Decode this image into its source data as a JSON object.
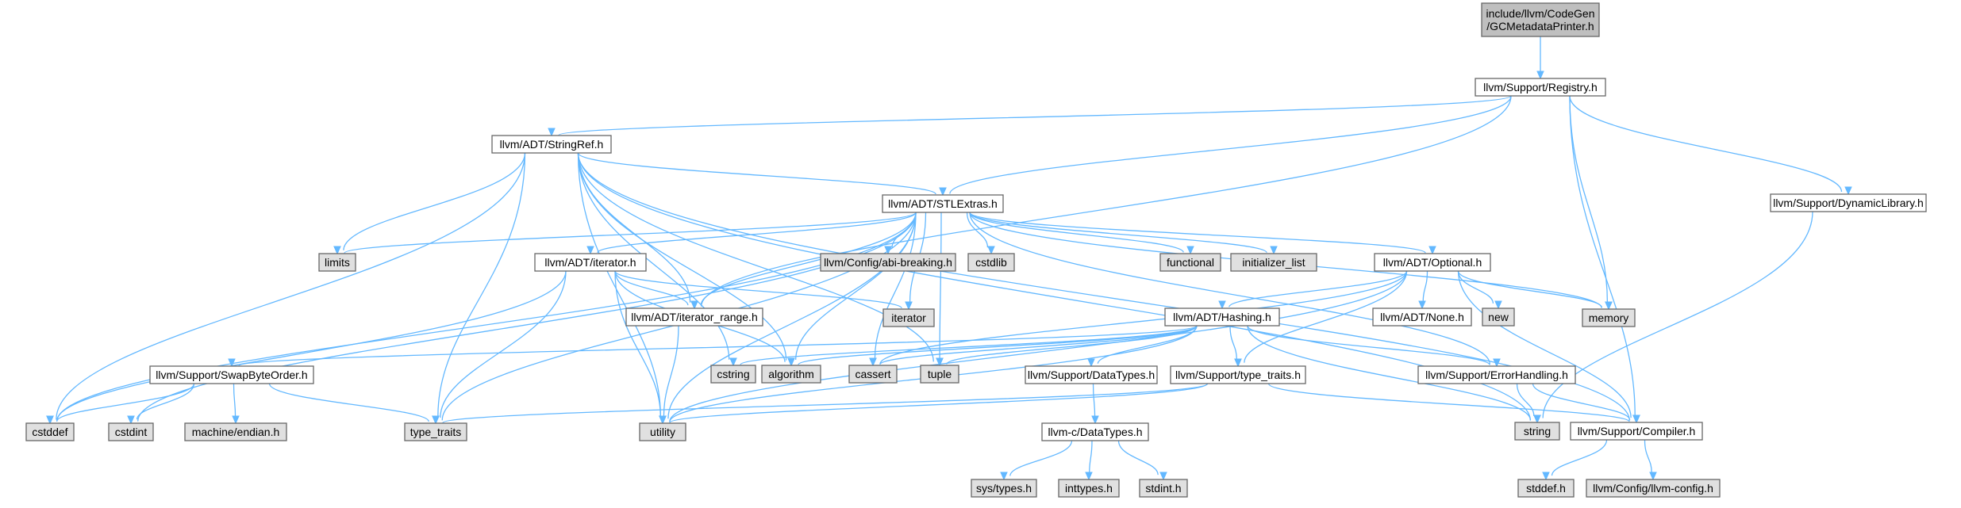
{
  "title_lines": [
    "include/llvm/CodeGen",
    "/GCMetadataPrinter.h"
  ],
  "colors": {
    "edge": "#63b8ff",
    "root_fill": "#bfbfbf",
    "local_fill": "#ffffff",
    "system_fill": "#e0e0e0",
    "border": "#666666"
  },
  "nodes": [
    {
      "id": "root",
      "kind": "root",
      "lines": [
        "include/llvm/CodeGen",
        "/GCMetadataPrinter.h"
      ]
    },
    {
      "id": "registry",
      "kind": "local",
      "lines": [
        "llvm/Support/Registry.h"
      ]
    },
    {
      "id": "stringref",
      "kind": "local",
      "lines": [
        "llvm/ADT/StringRef.h"
      ]
    },
    {
      "id": "stlextras",
      "kind": "local",
      "lines": [
        "llvm/ADT/STLExtras.h"
      ]
    },
    {
      "id": "dynlib",
      "kind": "local",
      "lines": [
        "llvm/Support/DynamicLibrary.h"
      ]
    },
    {
      "id": "limits",
      "kind": "system",
      "lines": [
        "limits"
      ]
    },
    {
      "id": "abibreaking",
      "kind": "system",
      "lines": [
        "llvm/Config/abi-breaking.h"
      ]
    },
    {
      "id": "cstdlib",
      "kind": "system",
      "lines": [
        "cstdlib"
      ]
    },
    {
      "id": "functional",
      "kind": "system",
      "lines": [
        "functional"
      ]
    },
    {
      "id": "initlist",
      "kind": "system",
      "lines": [
        "initializer_list"
      ]
    },
    {
      "id": "iteratorh",
      "kind": "local",
      "lines": [
        "llvm/ADT/iterator.h"
      ]
    },
    {
      "id": "optional",
      "kind": "local",
      "lines": [
        "llvm/ADT/Optional.h"
      ]
    },
    {
      "id": "iterator",
      "kind": "system",
      "lines": [
        "iterator"
      ]
    },
    {
      "id": "iterrange",
      "kind": "local",
      "lines": [
        "llvm/ADT/iterator_range.h"
      ]
    },
    {
      "id": "hashing",
      "kind": "local",
      "lines": [
        "llvm/ADT/Hashing.h"
      ]
    },
    {
      "id": "noneh",
      "kind": "local",
      "lines": [
        "llvm/ADT/None.h"
      ]
    },
    {
      "id": "new",
      "kind": "system",
      "lines": [
        "new"
      ]
    },
    {
      "id": "memory",
      "kind": "system",
      "lines": [
        "memory"
      ]
    },
    {
      "id": "swapbyte",
      "kind": "local",
      "lines": [
        "llvm/Support/SwapByteOrder.h"
      ]
    },
    {
      "id": "cstring",
      "kind": "system",
      "lines": [
        "cstring"
      ]
    },
    {
      "id": "algorithm",
      "kind": "system",
      "lines": [
        "algorithm"
      ]
    },
    {
      "id": "cassert",
      "kind": "system",
      "lines": [
        "cassert"
      ]
    },
    {
      "id": "tuple",
      "kind": "system",
      "lines": [
        "tuple"
      ]
    },
    {
      "id": "datatypes",
      "kind": "local",
      "lines": [
        "llvm/Support/DataTypes.h"
      ]
    },
    {
      "id": "typetraitsh",
      "kind": "local",
      "lines": [
        "llvm/Support/type_traits.h"
      ]
    },
    {
      "id": "errhandling",
      "kind": "local",
      "lines": [
        "llvm/Support/ErrorHandling.h"
      ]
    },
    {
      "id": "cstddef",
      "kind": "system",
      "lines": [
        "cstddef"
      ]
    },
    {
      "id": "cstdint",
      "kind": "system",
      "lines": [
        "cstdint"
      ]
    },
    {
      "id": "endian",
      "kind": "system",
      "lines": [
        "machine/endian.h"
      ]
    },
    {
      "id": "typetraits",
      "kind": "system",
      "lines": [
        "type_traits"
      ]
    },
    {
      "id": "utility",
      "kind": "system",
      "lines": [
        "utility"
      ]
    },
    {
      "id": "cdatatypes",
      "kind": "local",
      "lines": [
        "llvm-c/DataTypes.h"
      ]
    },
    {
      "id": "string",
      "kind": "system",
      "lines": [
        "string"
      ]
    },
    {
      "id": "compiler",
      "kind": "local",
      "lines": [
        "llvm/Support/Compiler.h"
      ]
    },
    {
      "id": "systypes",
      "kind": "system",
      "lines": [
        "sys/types.h"
      ]
    },
    {
      "id": "inttypes",
      "kind": "system",
      "lines": [
        "inttypes.h"
      ]
    },
    {
      "id": "stdint",
      "kind": "system",
      "lines": [
        "stdint.h"
      ]
    },
    {
      "id": "stddef",
      "kind": "system",
      "lines": [
        "stddef.h"
      ]
    },
    {
      "id": "llvmconfig",
      "kind": "system",
      "lines": [
        "llvm/Config/llvm-config.h"
      ]
    }
  ],
  "edges": [
    [
      "root",
      "registry"
    ],
    [
      "registry",
      "stringref"
    ],
    [
      "registry",
      "stlextras"
    ],
    [
      "registry",
      "iterrange"
    ],
    [
      "registry",
      "memory"
    ],
    [
      "registry",
      "dynlib"
    ],
    [
      "registry",
      "compiler"
    ],
    [
      "stringref",
      "stlextras"
    ],
    [
      "stringref",
      "iterrange"
    ],
    [
      "stringref",
      "compiler"
    ],
    [
      "stringref",
      "limits"
    ],
    [
      "stringref",
      "algorithm"
    ],
    [
      "stringref",
      "cstring"
    ],
    [
      "stringref",
      "cstddef"
    ],
    [
      "stringref",
      "string"
    ],
    [
      "stringref",
      "utility"
    ],
    [
      "stringref",
      "typetraits"
    ],
    [
      "stringref",
      "tuple"
    ],
    [
      "stlextras",
      "abibreaking"
    ],
    [
      "stlextras",
      "cstdlib"
    ],
    [
      "stlextras",
      "functional"
    ],
    [
      "stlextras",
      "initlist"
    ],
    [
      "stlextras",
      "optional"
    ],
    [
      "stlextras",
      "iteratorh"
    ],
    [
      "stlextras",
      "iterrange"
    ],
    [
      "stlextras",
      "iterator"
    ],
    [
      "stlextras",
      "limits"
    ],
    [
      "stlextras",
      "memory"
    ],
    [
      "stlextras",
      "algorithm"
    ],
    [
      "stlextras",
      "cassert"
    ],
    [
      "stlextras",
      "tuple"
    ],
    [
      "stlextras",
      "utility"
    ],
    [
      "stlextras",
      "cstddef"
    ],
    [
      "stlextras",
      "cstdint"
    ],
    [
      "stlextras",
      "typetraits"
    ],
    [
      "stlextras",
      "errhandling"
    ],
    [
      "dynlib",
      "string"
    ],
    [
      "iteratorh",
      "iterrange"
    ],
    [
      "iteratorh",
      "iterator"
    ],
    [
      "iteratorh",
      "algorithm"
    ],
    [
      "iteratorh",
      "cstddef"
    ],
    [
      "iteratorh",
      "typetraits"
    ],
    [
      "iteratorh",
      "utility"
    ],
    [
      "iterrange",
      "utility"
    ],
    [
      "optional",
      "noneh"
    ],
    [
      "optional",
      "new"
    ],
    [
      "optional",
      "memory"
    ],
    [
      "optional",
      "hashing"
    ],
    [
      "optional",
      "compiler"
    ],
    [
      "optional",
      "typetraitsh"
    ],
    [
      "optional",
      "cassert"
    ],
    [
      "optional",
      "utility"
    ],
    [
      "hashing",
      "swapbyte"
    ],
    [
      "hashing",
      "datatypes"
    ],
    [
      "hashing",
      "typetraitsh"
    ],
    [
      "hashing",
      "errhandling"
    ],
    [
      "hashing",
      "algorithm"
    ],
    [
      "hashing",
      "cassert"
    ],
    [
      "hashing",
      "cstring"
    ],
    [
      "hashing",
      "string"
    ],
    [
      "hashing",
      "tuple"
    ],
    [
      "hashing",
      "utility"
    ],
    [
      "swapbyte",
      "cstddef"
    ],
    [
      "swapbyte",
      "cstdint"
    ],
    [
      "swapbyte",
      "endian"
    ],
    [
      "swapbyte",
      "typetraits"
    ],
    [
      "datatypes",
      "cdatatypes"
    ],
    [
      "typetraitsh",
      "typetraits"
    ],
    [
      "typetraitsh",
      "utility"
    ],
    [
      "typetraitsh",
      "compiler"
    ],
    [
      "errhandling",
      "compiler"
    ],
    [
      "errhandling",
      "string"
    ],
    [
      "cdatatypes",
      "systypes"
    ],
    [
      "cdatatypes",
      "inttypes"
    ],
    [
      "cdatatypes",
      "stdint"
    ],
    [
      "compiler",
      "stddef"
    ],
    [
      "compiler",
      "llvmconfig"
    ]
  ]
}
